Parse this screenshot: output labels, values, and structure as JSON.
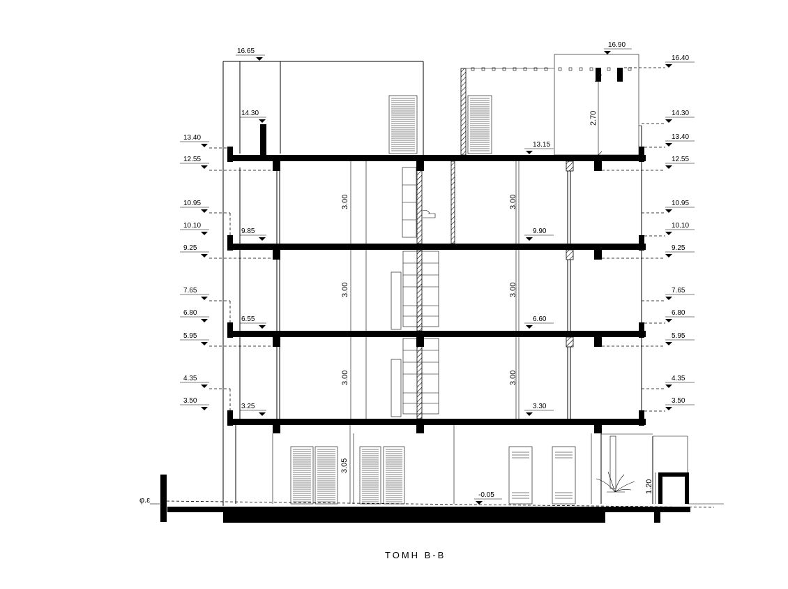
{
  "title": "ΤΟΜΗ Β-Β",
  "ground_symbol": "φ.ε",
  "levels_left": [
    "16.65",
    "14.30",
    "13.40",
    "12.55",
    "10.95",
    "10.10",
    "9.85",
    "9.25",
    "7.65",
    "6.80",
    "6.55",
    "5.95",
    "4.35",
    "3.50",
    "3.25"
  ],
  "levels_right": [
    "16.90",
    "16.40",
    "14.30",
    "13.40",
    "13.15",
    "12.55",
    "10.95",
    "10.10",
    "9.90",
    "9.25",
    "7.65",
    "6.80",
    "6.60",
    "5.95",
    "4.35",
    "3.50",
    "3.30",
    "-0.05"
  ],
  "dimensions": [
    "2.70",
    "3.00",
    "3.00",
    "3.00",
    "3.00",
    "3.00",
    "3.00",
    "3.05",
    "1.20"
  ],
  "colors": {
    "ink": "#000000",
    "paper": "#ffffff"
  }
}
